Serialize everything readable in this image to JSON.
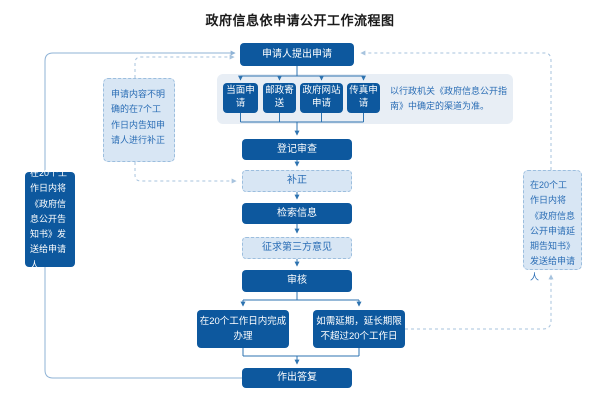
{
  "title": "政府信息依申请公开工作流程图",
  "flow": {
    "apply": "申请人提出申请",
    "methods": [
      "当面申请",
      "邮政寄送",
      "政府网站申请",
      "传真申请"
    ],
    "register": "登记审查",
    "correction": "补正",
    "retrieve": "检索信息",
    "third_party": "征求第三方意见",
    "review": "审核",
    "complete": "在20个工作日内完成办理",
    "extend": "如需延期，延长期限不超过20个工作日",
    "reply": "作出答复"
  },
  "notes": {
    "channel": "以行政机关《政府信息公开指南》中确定的渠道为准。",
    "unclear": "申请内容不明确的在7个工作日内告知申请人进行补正",
    "notify_reply": "在20个工作日内将《政府信息公开告知书》发送给申请人",
    "notify_extend": "在20个工作日内将《政府信息公开申请延期告知书》 发送给申请人"
  },
  "colors": {
    "primary": "#0d589e",
    "panel": "#e8eef5",
    "light_fill": "#d8e6f4",
    "dash_border": "#9cbede",
    "note_text": "#2a6db5",
    "line": "#2e73b0",
    "loop_line": "#8fb3d6",
    "dashed_line": "#a7c3de",
    "title_color": "#1a1a1a"
  }
}
